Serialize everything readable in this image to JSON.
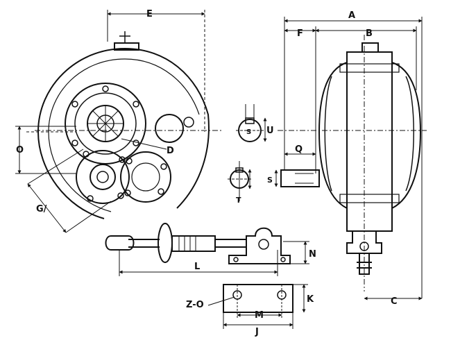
{
  "drawing": {
    "ink_color": "#111111",
    "paper_color": "#ffffff",
    "labels": {
      "A": "A",
      "B": "B",
      "C": "C",
      "D": "D",
      "E": "E",
      "F": "F",
      "G": "G/",
      "J": "J",
      "K": "K",
      "L": "L",
      "M": "M",
      "N": "N",
      "O": "O",
      "Q": "Q",
      "S_upper": "S",
      "S_lower": "S",
      "T": "T",
      "U": "U",
      "ZO": "Z-O"
    }
  }
}
